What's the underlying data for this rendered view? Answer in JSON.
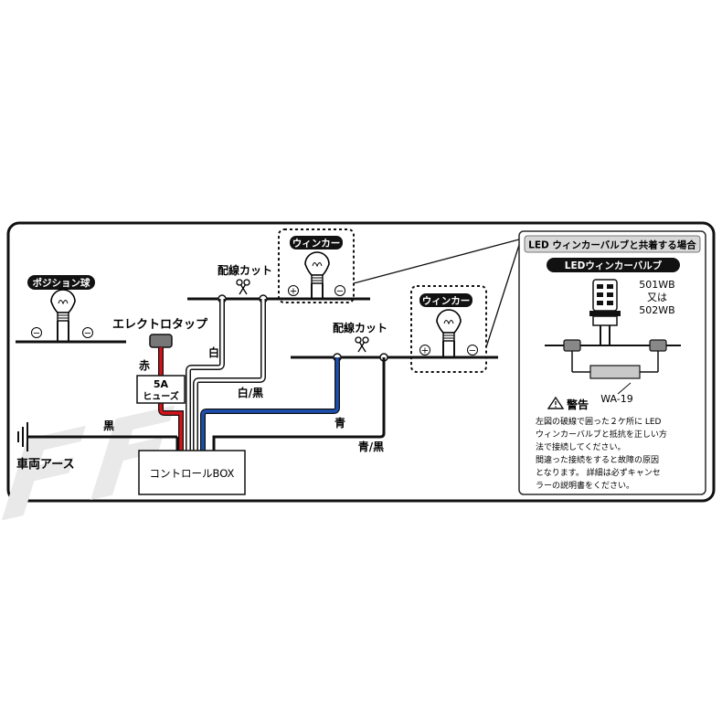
{
  "labels": {
    "position_bulb": "ポジション球",
    "electro_tap": "エレクトロタップ",
    "wiring_cut_1": "配線カット",
    "wiring_cut_2": "配線カット",
    "winker_1": "ウィンカー",
    "winker_2": "ウィンカー",
    "red": "赤",
    "fuse_line1": "5A",
    "fuse_line2": "ヒューズ",
    "white": "白",
    "white_black": "白/黒",
    "blue": "青",
    "blue_black": "青/黒",
    "black": "黒",
    "ground": "車両アース",
    "control_box": "コントロールBOX"
  },
  "inset": {
    "title": "LED ウィンカーバルブと共着する場合",
    "bulb_label": "LEDウィンカーバルブ",
    "model_1": "501WB",
    "model_or": "又は",
    "model_2": "502WB",
    "resistor": "WA-19",
    "warning_title": "警告",
    "warning_lines": [
      "左図の破線で囲った２ケ所に LED",
      "ウィンカーバルブと抵抗を正しい方",
      "法で接続してください。",
      "間違った接続をすると故障の原因",
      "となります。 詳細は必ずキャンセ",
      "ラーの説明書をください。"
    ]
  },
  "symbols": {
    "plus": "+",
    "minus": "−",
    "warning_icon": "warning-triangle-icon",
    "scissors_icon": "scissors-icon"
  },
  "colors": {
    "red_wire": "#d2131a",
    "blue_wire": "#1d4fb0",
    "white_wire": "#ffffff",
    "black_wire": "#111111",
    "panel_border": "#2a2a2a"
  }
}
